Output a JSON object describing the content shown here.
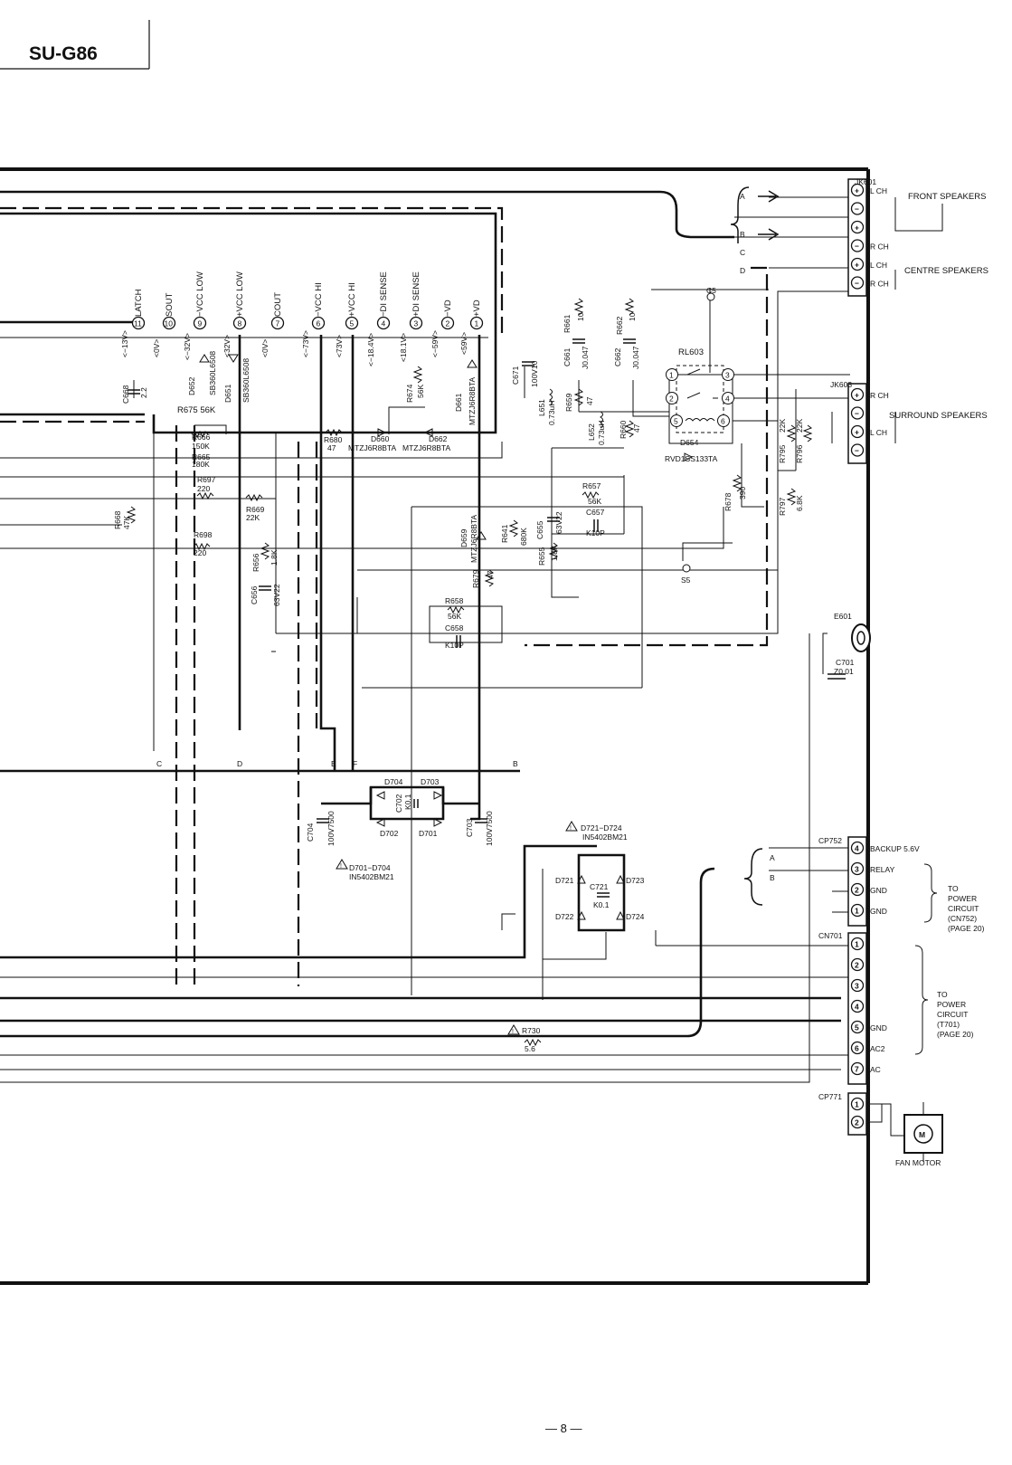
{
  "model": "SU-G86",
  "page_number": "— 8 —",
  "connectors": [
    {
      "id": "JK601",
      "pins": [
        {
          "sym": "+",
          "label": "L CH"
        },
        {
          "sym": "−",
          "label": ""
        },
        {
          "sym": "+",
          "label": ""
        },
        {
          "sym": "−",
          "label": "R CH"
        },
        {
          "sym": "+",
          "label": "L CH"
        },
        {
          "sym": "−",
          "label": "R CH"
        }
      ]
    },
    {
      "id": "JK603",
      "pins": [
        {
          "sym": "+",
          "label": "R CH"
        },
        {
          "sym": "−",
          "label": ""
        },
        {
          "sym": "+",
          "label": "L CH"
        },
        {
          "sym": "−",
          "label": ""
        }
      ]
    },
    {
      "id": "CP752",
      "pins": [
        {
          "num": "4",
          "label": "BACKUP 5.6V"
        },
        {
          "num": "3",
          "label": "RELAY"
        },
        {
          "num": "2",
          "label": "GND"
        },
        {
          "num": "1",
          "label": "GND"
        }
      ]
    },
    {
      "id": "CN701",
      "pins": [
        {
          "num": "1",
          "label": ""
        },
        {
          "num": "2",
          "label": ""
        },
        {
          "num": "3",
          "label": ""
        },
        {
          "num": "4",
          "label": ""
        },
        {
          "num": "5",
          "label": "GND"
        },
        {
          "num": "6",
          "label": "AC2"
        },
        {
          "num": "7",
          "label": "AC"
        }
      ]
    },
    {
      "id": "CP771",
      "pins": [
        {
          "num": "1",
          "label": ""
        },
        {
          "num": "2",
          "label": ""
        }
      ]
    }
  ],
  "group_labels": {
    "front": "FRONT SPEAKERS",
    "centre": "CENTRE SPEAKERS",
    "surround": "SURROUND SPEAKERS",
    "power1": [
      "TO",
      "POWER",
      "CIRCUIT",
      "(CN752)",
      "(PAGE 20)"
    ],
    "power2": [
      "TO",
      "POWER",
      "CIRCUIT",
      "(T701)",
      "(PAGE 20)"
    ],
    "fan": "FAN MOTOR",
    "motor_symbol": "M"
  },
  "top_pins": [
    {
      "num": "11",
      "name": "LATCH",
      "volt": "<−13V>"
    },
    {
      "num": "10",
      "name": "SOUT",
      "volt": "<0V>"
    },
    {
      "num": "9",
      "name": "−VCC LOW",
      "volt": "<−32V>"
    },
    {
      "num": "8",
      "name": "+VCC LOW",
      "volt": "<32V>"
    },
    {
      "num": "7",
      "name": "COUT",
      "volt": "<0V>"
    },
    {
      "num": "6",
      "name": "−VCC HI",
      "volt": "<−73V>"
    },
    {
      "num": "5",
      "name": "+VCC HI",
      "volt": "<73V>"
    },
    {
      "num": "4",
      "name": "−DI SENSE",
      "volt": "<−18.4V>"
    },
    {
      "num": "3",
      "name": "+DI SENSE",
      "volt": "<18.1V>"
    },
    {
      "num": "2",
      "name": "−VD",
      "volt": "<−59V>"
    },
    {
      "num": "1",
      "name": "+VD",
      "volt": "<59V>"
    }
  ],
  "bus_labels": {
    "left": [
      "A",
      "B",
      "C",
      "D"
    ],
    "bottom": [
      "C",
      "D",
      "E",
      "F",
      "B"
    ],
    "lower": [
      "A",
      "B"
    ]
  },
  "components": {
    "c668": [
      "C668",
      "2.2"
    ],
    "r668": [
      "R668",
      "47K"
    ],
    "d652": [
      "D652",
      "SB360L6508"
    ],
    "d651": [
      "D651",
      "SB360L6508"
    ],
    "r675": "R675  56K",
    "r666": [
      "R666",
      "150K"
    ],
    "r665": [
      "R665",
      "180K"
    ],
    "r697": [
      "R697",
      "220"
    ],
    "r669": [
      "R669",
      "22K"
    ],
    "r698": [
      "R698",
      "220"
    ],
    "r656": [
      "R656",
      "1.8K"
    ],
    "c656": [
      "C656",
      "63V22"
    ],
    "r674": [
      "R674",
      "56K"
    ],
    "r680": [
      "R680",
      "47"
    ],
    "d660": [
      "D660",
      "MTZJ6R8BTA"
    ],
    "d662": [
      "D662",
      "MTZJ6R8BTA"
    ],
    "d661": [
      "D661",
      "MTZJ6R8BTA"
    ],
    "c671": [
      "C671",
      "100V10"
    ],
    "d659": [
      "D659",
      "MTZJ6R8BTA"
    ],
    "r679": [
      "R679",
      "47"
    ],
    "r641": [
      "R641",
      "680K"
    ],
    "r655": [
      "R655",
      "1.8K"
    ],
    "c655": [
      "C655",
      "63V22"
    ],
    "r658": [
      "R658",
      "56K"
    ],
    "c658": [
      "C658",
      "K10P"
    ],
    "r657": [
      "R657",
      "56K"
    ],
    "c657": [
      "C657",
      "K10P"
    ],
    "r661": [
      "R661",
      "10"
    ],
    "c661": [
      "C661",
      "J0.047"
    ],
    "l651": [
      "L651",
      "0.73uH"
    ],
    "r659": [
      "R659",
      "47"
    ],
    "r662": [
      "R662",
      "10"
    ],
    "c662": [
      "C662",
      "J0.047"
    ],
    "l652": [
      "L652",
      "0.73uH"
    ],
    "r660": [
      "R660",
      "47"
    ],
    "rl603": "RL603",
    "d654": [
      "D654",
      "RVD1SS133TA"
    ],
    "r678": [
      "R678",
      "390"
    ],
    "r795": [
      "R795",
      "22K"
    ],
    "r796": [
      "R796",
      "22K"
    ],
    "r797": [
      "R797",
      "6.8K"
    ],
    "c5": "C5",
    "s5": "S5",
    "e601": "E601",
    "c701": [
      "C701",
      "Z0.01"
    ],
    "d704": "D704",
    "d703": "D703",
    "d702": "D702",
    "d701": "D701",
    "c702": [
      "C702",
      "K0.1"
    ],
    "c704": [
      "C704",
      "100V7500"
    ],
    "c703": [
      "C703",
      "100V7500"
    ],
    "d701_704": [
      "D701−D704",
      "IN5402BM21"
    ],
    "d721_724": [
      "D721−D724",
      "IN5402BM21"
    ],
    "d721": "D721",
    "d723": "D723",
    "d722": "D722",
    "d724": "D724",
    "c721": [
      "C721",
      "K0.1"
    ],
    "r730": [
      "R730",
      "5.6"
    ]
  },
  "relay_pins": [
    "1",
    "2",
    "3",
    "4",
    "5",
    "6"
  ]
}
